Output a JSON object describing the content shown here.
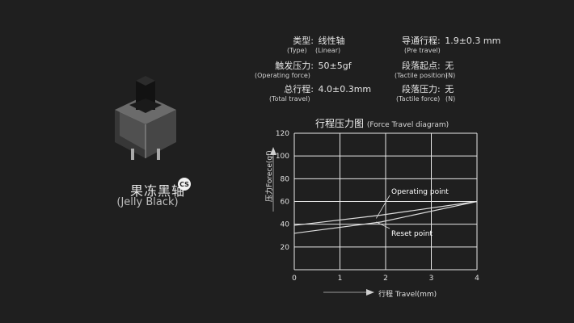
{
  "product": {
    "name_cn": "果冻黑轴",
    "name_en": "(Jelly Black)",
    "badge": "CS"
  },
  "specs": [
    {
      "label": "类型:",
      "value": "线性轴",
      "sub_label": "(Type)",
      "sub_value": "(Linear)"
    },
    {
      "label": "导通行程:",
      "value": "1.9±0.3 mm",
      "sub_label": "(Pre travel)",
      "sub_value": ""
    },
    {
      "label": "触发压力:",
      "value": "50±5gf",
      "sub_label": "(Operating force)",
      "sub_value": ""
    },
    {
      "label": "段落起点:",
      "value": "无",
      "sub_label": "(Tactile position)",
      "sub_value": "(N)"
    },
    {
      "label": "总行程:",
      "value": "4.0±0.3mm",
      "sub_label": "(Total travel)",
      "sub_value": ""
    },
    {
      "label": "段落压力:",
      "value": "无",
      "sub_label": "(Tactile force)",
      "sub_value": "(N)"
    }
  ],
  "chart_data": {
    "type": "line",
    "title": "行程压力图",
    "title_en": "(Force Travel diagram)",
    "xlabel": "行程 Travel(mm)",
    "ylabel": "压力Forece(gf)",
    "xlim": [
      0,
      4
    ],
    "ylim": [
      0,
      120
    ],
    "x_ticks": [
      "0",
      "1",
      "2",
      "3",
      "4"
    ],
    "y_ticks": [
      "20",
      "40",
      "60",
      "80",
      "100",
      "120"
    ],
    "grid": true,
    "series": [
      {
        "name": "Operating point",
        "x": [
          0,
          1.9,
          4
        ],
        "y": [
          39,
          48,
          60
        ]
      },
      {
        "name": "Reset point",
        "x": [
          0,
          1.9,
          4
        ],
        "y": [
          32,
          42,
          60
        ]
      }
    ],
    "annotations": [
      {
        "text": "Operating point",
        "x": 1.9,
        "y": 48
      },
      {
        "text": "Reset point",
        "x": 1.9,
        "y": 42
      }
    ],
    "colors": {
      "line": "#dddddd",
      "grid": "#e8e8e8",
      "axis": "#f0f0f0"
    }
  }
}
